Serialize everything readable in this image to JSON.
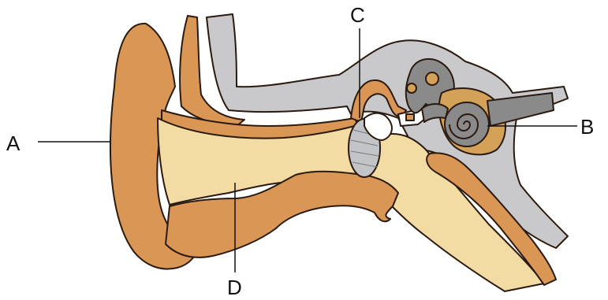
{
  "labels": {
    "a": "A",
    "b": "B",
    "c": "C",
    "d": "D"
  },
  "colors": {
    "cartilage": "#d99655",
    "canal": "#f3dca4",
    "skull": "#c9c9cb",
    "ossicles": "#d4a159",
    "inner_ear": "#8a8a8a",
    "eardrum": "#c2c4c7",
    "outline": "#2a1a10"
  }
}
